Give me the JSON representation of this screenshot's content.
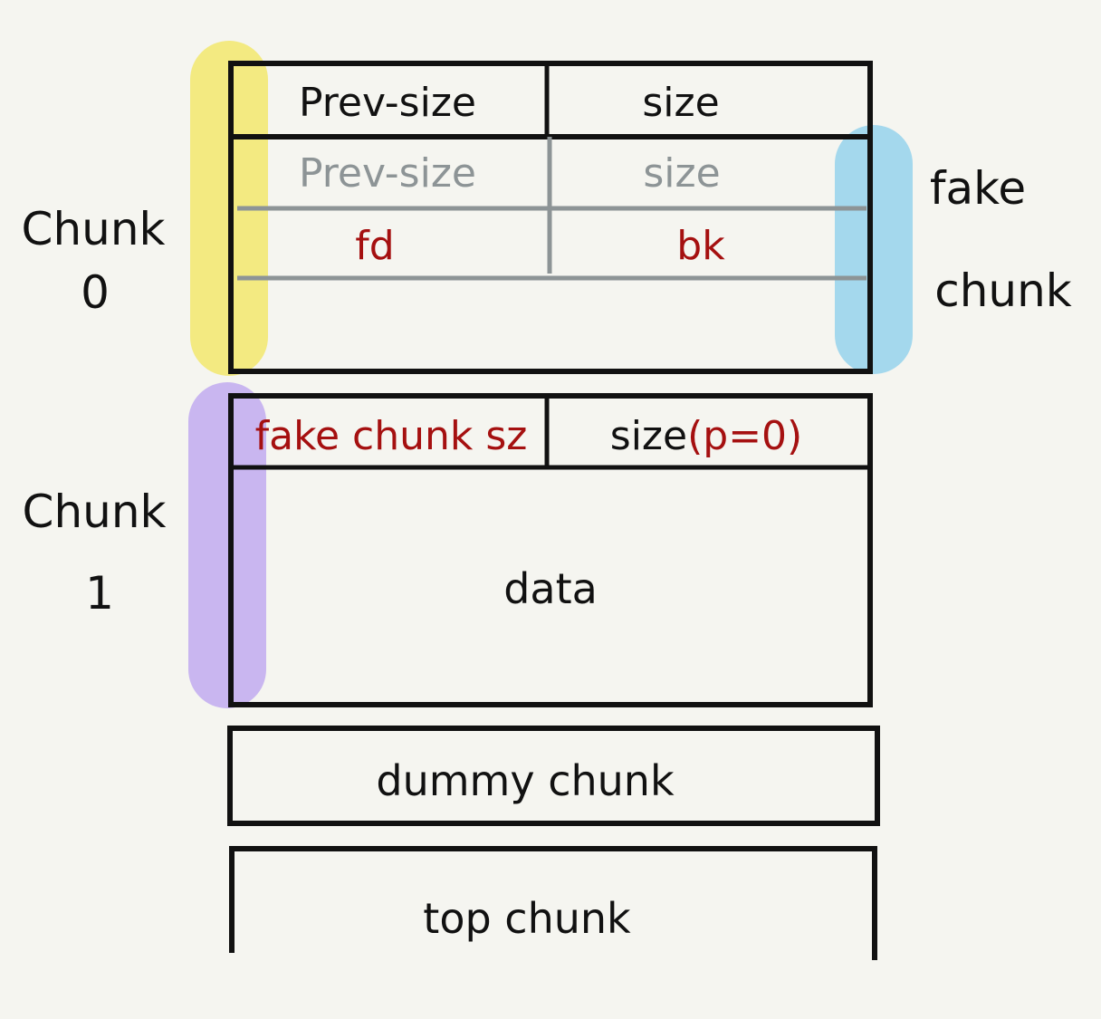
{
  "colors": {
    "ink": "#111111",
    "faded": "#8d9496",
    "red": "#a51010",
    "yellow_highlight": "#f2e97a",
    "blue_highlight": "#9fd6ec",
    "purple_highlight": "#c6b2ef",
    "background": "#f5f5f0"
  },
  "chunk0": {
    "label_line1": "Chunk",
    "label_line2": "0",
    "prev_size": "Prev-size",
    "size": "size"
  },
  "fake_chunk": {
    "label_line1": "fake",
    "label_line2": "chunk",
    "prev_size": "Prev-size",
    "size": "size",
    "fd": "fd",
    "bk": "bk"
  },
  "chunk1": {
    "label_line1": "Chunk",
    "label_line2": "1",
    "prev_size": "fake chunk sz",
    "size_prefix": "size",
    "size_suffix": "(p=0)",
    "data": "data"
  },
  "dummy_chunk": {
    "label": "dummy chunk"
  },
  "top_chunk": {
    "label": "top chunk"
  }
}
